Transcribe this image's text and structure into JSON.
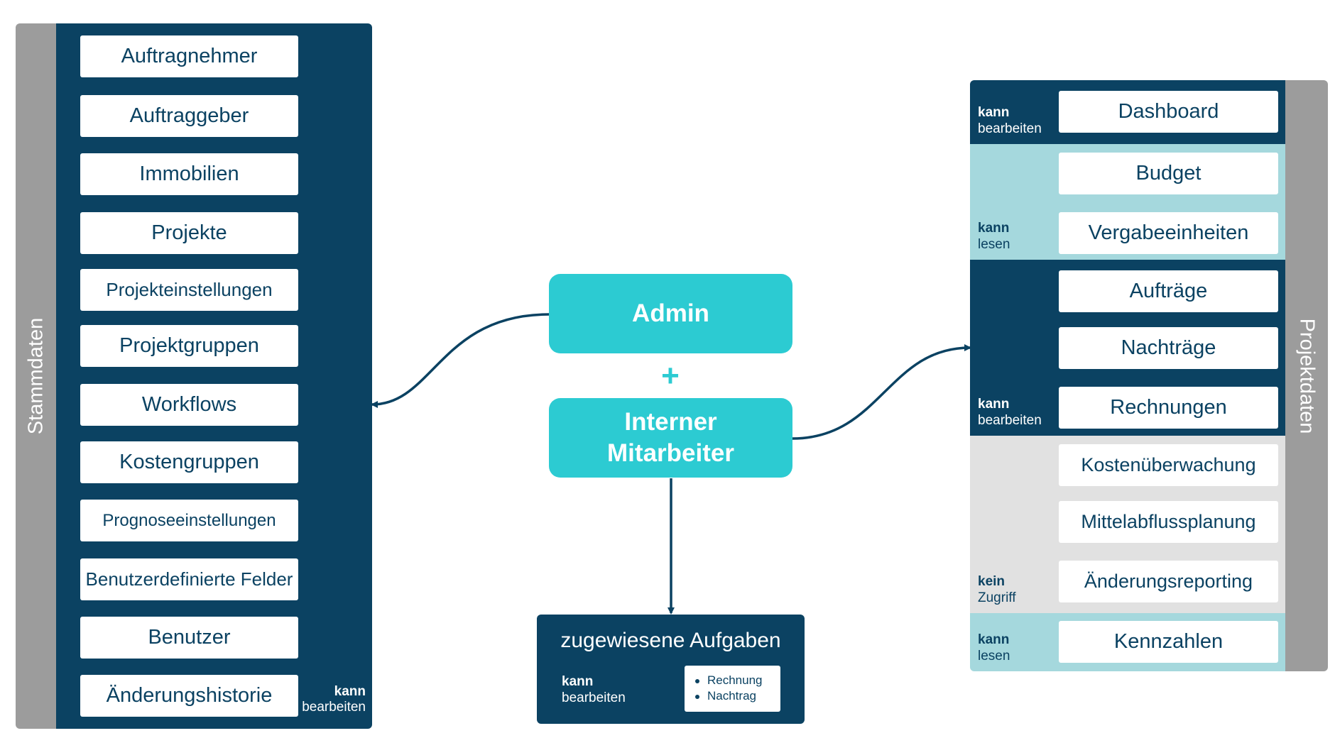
{
  "colors": {
    "navy": "#0b4262",
    "teal": "#2ccbd2",
    "light_teal": "#a5d8dd",
    "grey_band": "#e1e1e1",
    "side_strip": "#9c9c9c"
  },
  "stammdaten": {
    "title": "Stammdaten",
    "items": [
      "Auftragnehmer",
      "Auftraggeber",
      "Immobilien",
      "Projekte",
      "Projekteinstellungen",
      "Projektgruppen",
      "Workflows",
      "Kostengruppen",
      "Prognoseeinstellungen",
      "Benutzerdefinierte Felder",
      "Benutzer",
      "Änderungshistorie"
    ],
    "permission": {
      "line1": "kann",
      "line2": "bearbeiten"
    }
  },
  "center": {
    "admin": "Admin",
    "plus": "+",
    "intern_line1": "Interner",
    "intern_line2": "Mitarbeiter"
  },
  "tasks": {
    "title": "zugewiesene Aufgaben",
    "permission": {
      "line1": "kann",
      "line2": "bearbeiten"
    },
    "items": [
      "Rechnung",
      "Nachtrag"
    ]
  },
  "projektdaten": {
    "title": "Projektdaten",
    "groups": [
      {
        "perm1": "kann",
        "perm2": "bearbeiten",
        "items": [
          "Dashboard"
        ]
      },
      {
        "perm1": "kann",
        "perm2": "lesen",
        "items": [
          "Budget",
          "Vergabeeinheiten"
        ]
      },
      {
        "perm1": "kann",
        "perm2": "bearbeiten",
        "items": [
          "Aufträge",
          "Nachträge",
          "Rechnungen"
        ]
      },
      {
        "perm1": "kein",
        "perm2": "Zugriff",
        "items": [
          "Kostenüberwachung",
          "Mittelabflussplanung",
          "Änderungsreporting"
        ]
      },
      {
        "perm1": "kann",
        "perm2": "lesen",
        "items": [
          "Kennzahlen"
        ]
      }
    ]
  }
}
